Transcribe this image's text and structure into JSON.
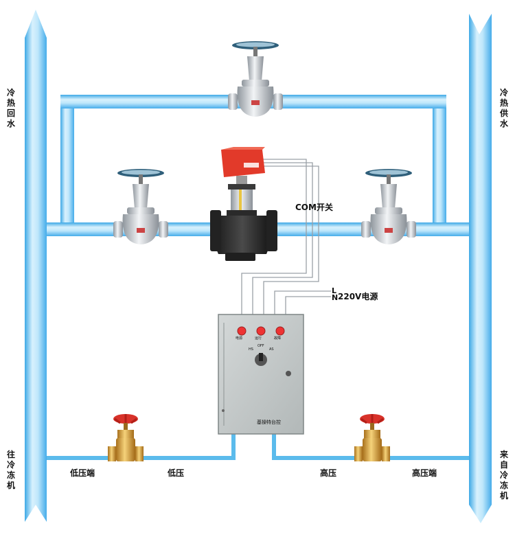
{
  "labels": {
    "return_water": "冷热回水",
    "supply_water": "冷热供水",
    "to_chiller": "往冷冻机",
    "from_chiller": "来自冷冻机",
    "low_pressure_end": "低压端",
    "low_pressure": "低压",
    "high_pressure": "高压",
    "high_pressure_end": "高压端",
    "com_switch": "COM开关",
    "power_l": "L",
    "power_n": "N",
    "power_220v": "220V电源",
    "cabinet_name": "基操特台控",
    "lamp1": "电源",
    "lamp2": "运行",
    "lamp3": "故障",
    "switch_positions": [
      "HS",
      "OFF",
      "AS"
    ]
  },
  "colors": {
    "pipe_light": "#bfe7fb",
    "pipe_dark": "#4cb3ea",
    "valve_silver": "#c9ced4",
    "actuator_red": "#e23a2a",
    "valve_body_black": "#2b2b2b",
    "brass": "#d8a13a",
    "handwheel_red": "#d8322a",
    "cabinet_gray": "#c4c9c9",
    "lamp_red": "#e33"
  }
}
